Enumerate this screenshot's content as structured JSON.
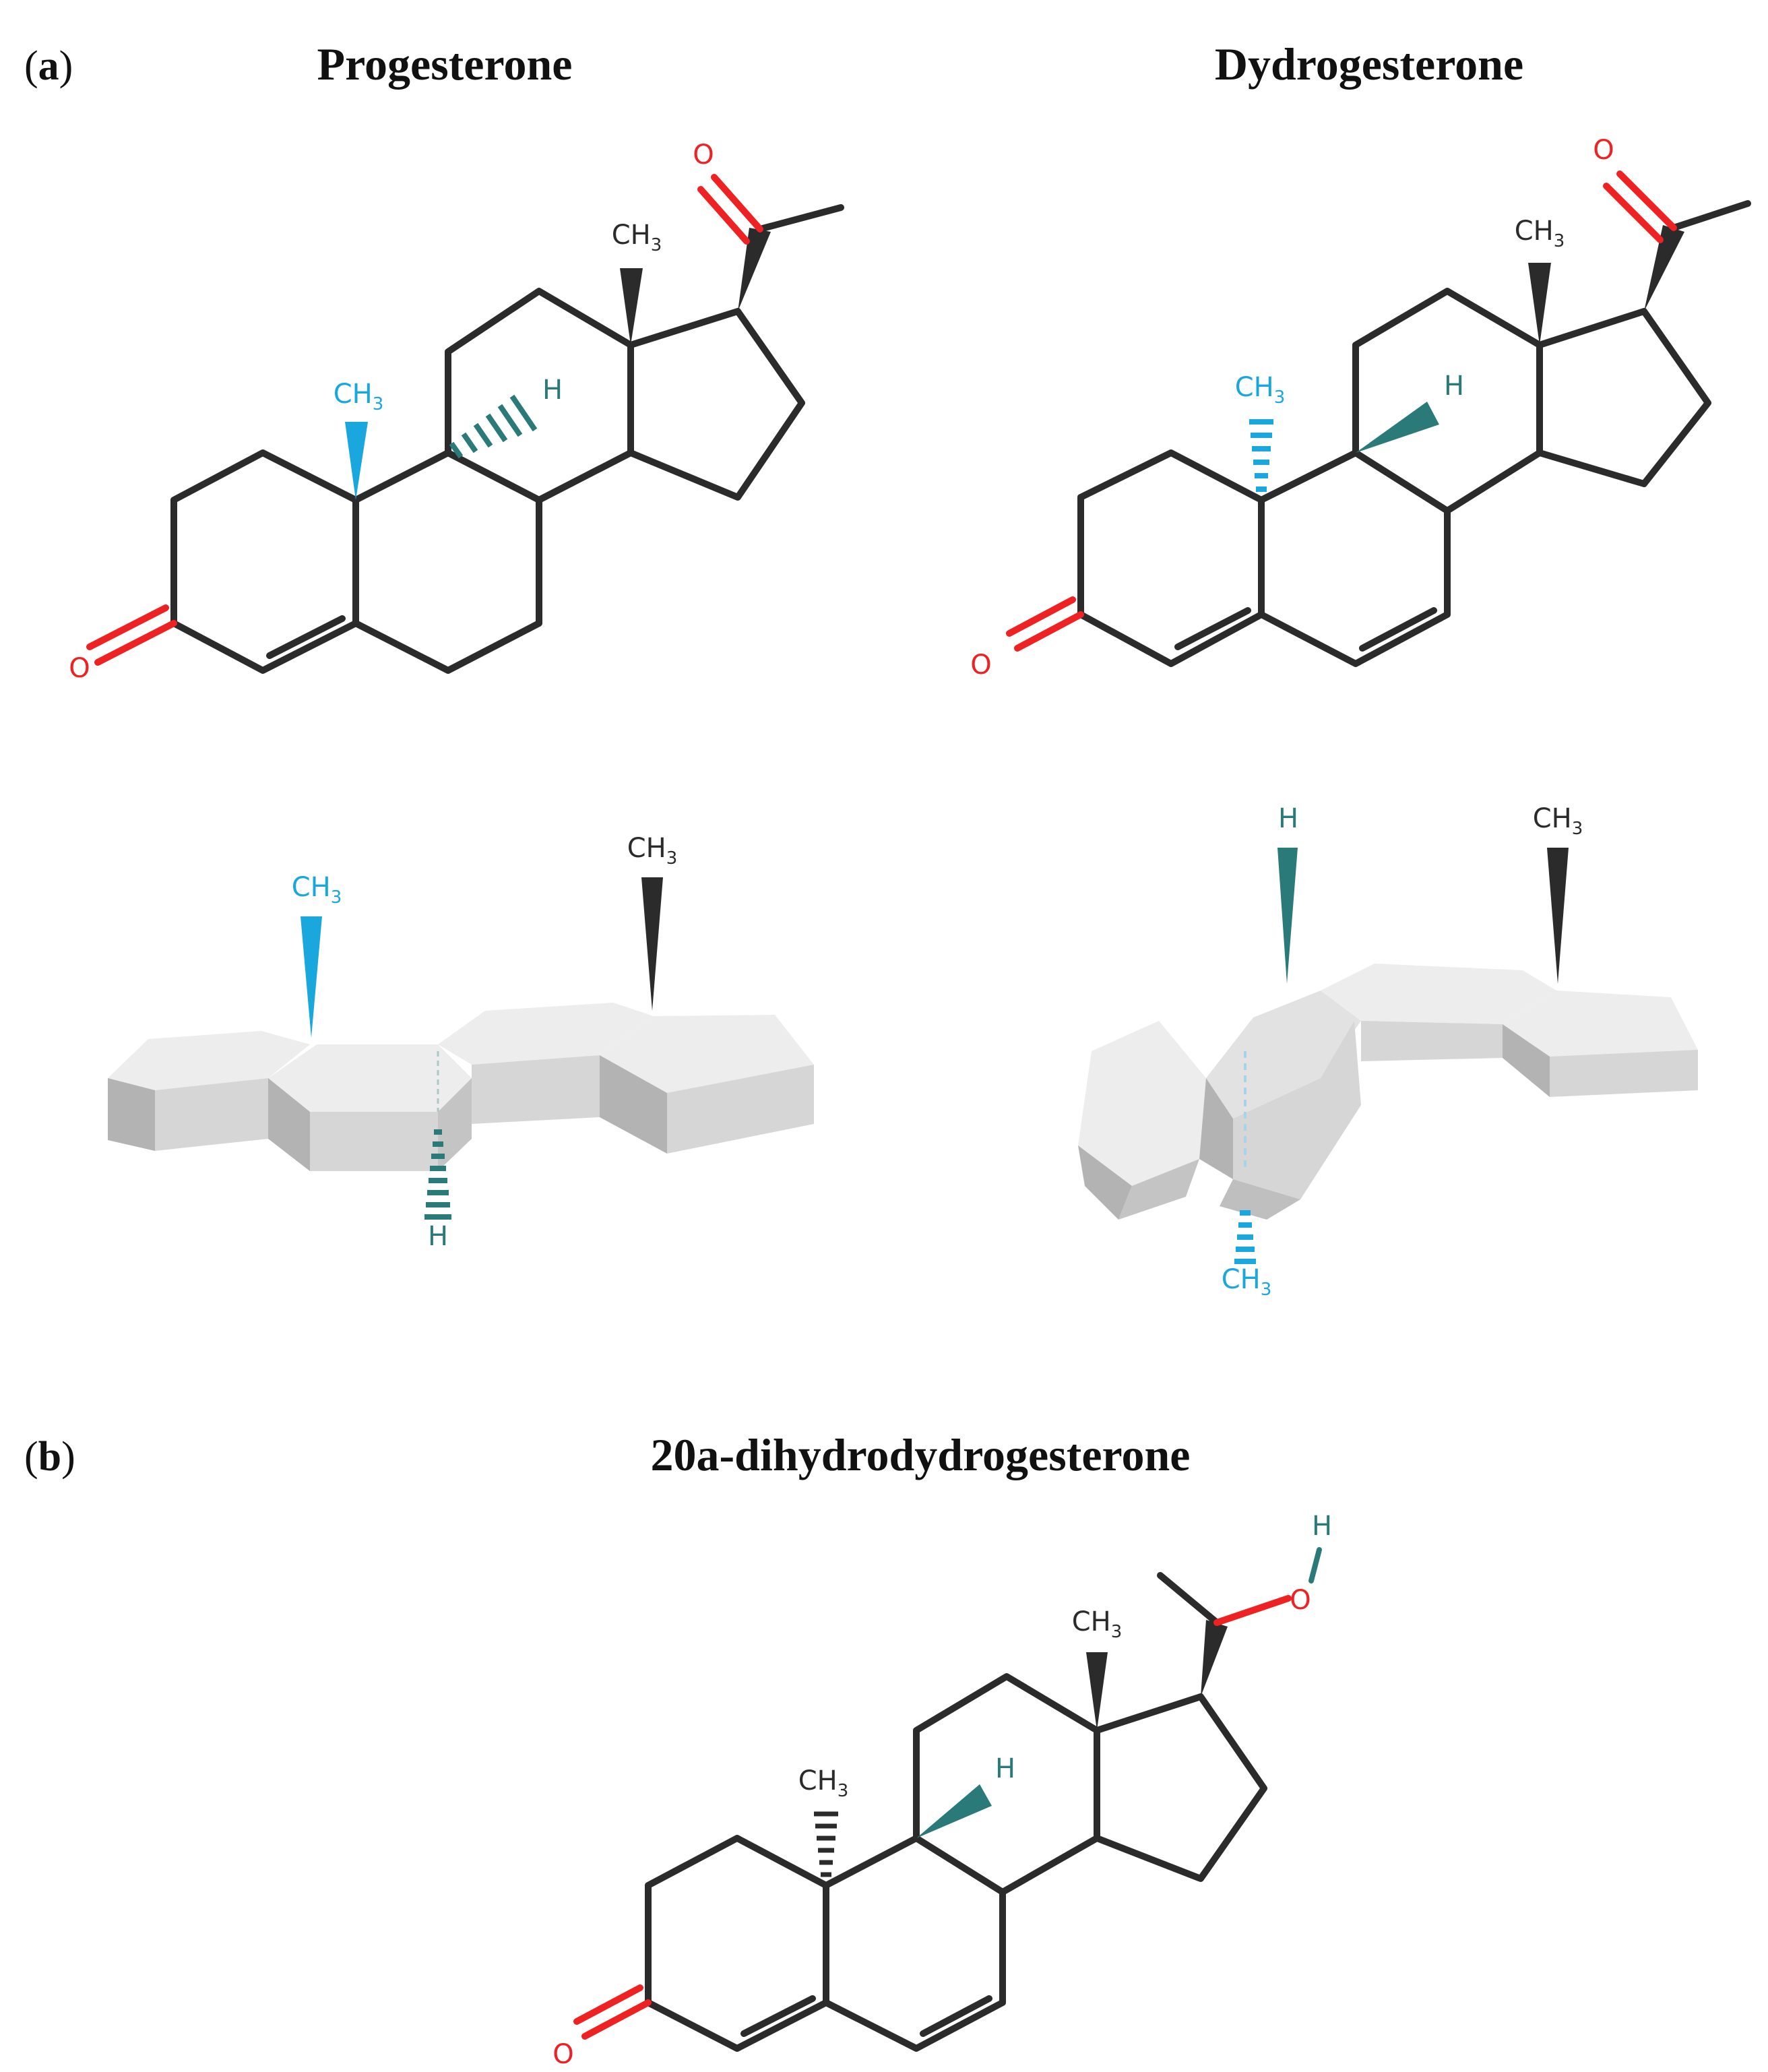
{
  "panels": [
    {
      "letter_open": "(",
      "letter": "a",
      "letter_close": ")",
      "molecules": [
        {
          "name": "Progesterone",
          "atoms": {
            "ketone_o": "O",
            "acetyl_o": "O",
            "c18_methyl": "CH",
            "c18_sub": "3",
            "c19_methyl": "CH",
            "c19_sub": "3",
            "c9_h": "H"
          },
          "side_view": {
            "methyl_a": "CH",
            "methyl_a_sub": "3",
            "methyl_b": "CH",
            "methyl_b_sub": "3",
            "hydrogen": "H"
          }
        },
        {
          "name": "Dydrogesterone",
          "atoms": {
            "ketone_o": "O",
            "acetyl_o": "O",
            "c18_methyl": "CH",
            "c18_sub": "3",
            "c19_methyl": "CH",
            "c19_sub": "3",
            "c9_h": "H"
          },
          "side_view": {
            "hydrogen": "H",
            "methyl_top": "CH",
            "methyl_top_sub": "3",
            "methyl_bottom": "CH",
            "methyl_bottom_sub": "3"
          }
        }
      ]
    },
    {
      "letter_open": "(",
      "letter": "b",
      "letter_close": ")",
      "molecules": [
        {
          "name": "20a-dihydrodydrogesterone",
          "atoms": {
            "ketone_o": "O",
            "hydroxyl_o": "O",
            "hydroxyl_h": "H",
            "c18_methyl": "CH",
            "c18_sub": "3",
            "c19_methyl": "CH",
            "c19_sub": "3",
            "c9_h": "H"
          }
        }
      ]
    }
  ],
  "colors": {
    "bond": "#2b2b2b",
    "oxygen": "#ee2222",
    "highlight_methyl": "#1aa7dd",
    "hydrogen": "#2b7a7a",
    "ring_face_light": "#ededed",
    "ring_face_mid": "#d6d6d6",
    "ring_face_dark": "#b3b3b3"
  }
}
